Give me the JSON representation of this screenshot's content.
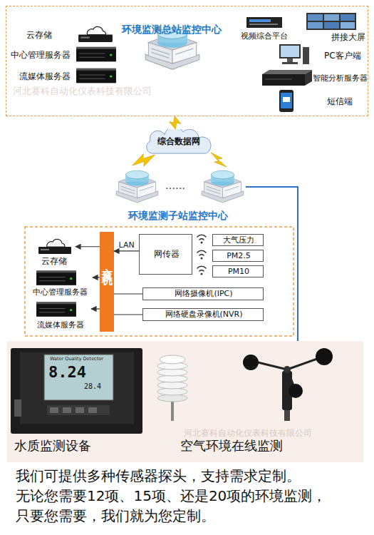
{
  "diagram": {
    "nodes": [
      {
        "text": [
          "环境监测总站监控中心"
        ]
      },
      {
        "text": [
          "云存储"
        ],
        "in": 0
      },
      {
        "text": [
          "中心管理服务器"
        ],
        "in": 0
      },
      {
        "text": [
          "流媒体服务器"
        ],
        "in": 0
      },
      {
        "text": [
          "视频综合平台"
        ],
        "in": 0
      },
      {
        "text": [
          "拼接大屏"
        ],
        "in": 0
      },
      {
        "text": [
          "PC客户端"
        ],
        "in": 0
      },
      {
        "text": [
          "智能分析服务器"
        ],
        "in": 0
      },
      {
        "text": [
          "短信端"
        ],
        "in": 0
      },
      {
        "text": [
          "综合数据网"
        ]
      },
      {
        "text": [
          "环境监测子站监控中心"
        ]
      },
      {
        "text": [
          "云存储"
        ],
        "in": 10
      },
      {
        "text": [
          "中心管理服务器"
        ],
        "in": 10
      },
      {
        "text": [
          "流媒体服务器"
        ],
        "in": 10
      },
      {
        "text": [
          "交换机"
        ],
        "in": 10
      },
      {
        "text": [
          "网传器"
        ],
        "in": 10
      },
      {
        "text": [
          "大气压力"
        ],
        "in": 10
      },
      {
        "text": [
          "PM2.5"
        ],
        "in": 10
      },
      {
        "text": [
          "PM10"
        ],
        "in": 10
      },
      {
        "text": [
          "网络摄像机(IPC)"
        ],
        "in": 10
      },
      {
        "text": [
          "网络硬盘录像机(NVR)"
        ],
        "in": 10
      },
      {
        "text": [
          "水质监测设备"
        ]
      },
      {
        "text": [
          "空气环境在线监测"
        ]
      }
    ],
    "edges": [
      {
        "from": 0,
        "to": 9,
        "arrow": "none"
      },
      {
        "from": 9,
        "to": 10,
        "arrow": "none"
      },
      {
        "from": 10,
        "to": 22,
        "arrow": "none"
      },
      {
        "from": 15,
        "to": 14,
        "arrow": "to",
        "label": "LAN"
      },
      {
        "from": 14,
        "to": 11,
        "arrow": "to"
      },
      {
        "from": 14,
        "to": 12,
        "arrow": "to"
      },
      {
        "from": 14,
        "to": 13,
        "arrow": "to"
      },
      {
        "from": 14,
        "to": 19,
        "arrow": "none"
      },
      {
        "from": 14,
        "to": 20,
        "arrow": "none"
      }
    ],
    "labels": [
      "河北赛科自动化仪表科技有限公司",
      "……",
      "Water Quality Detector",
      "8.24",
      "28.4",
      "河北赛科自动化仪表科技有限公司",
      "我们可提供多种传感器探头，支持需求定制。",
      "无论您需要12项、15项、还是20项的环境监测，",
      "只要您需要，我们就为您定制。"
    ]
  }
}
